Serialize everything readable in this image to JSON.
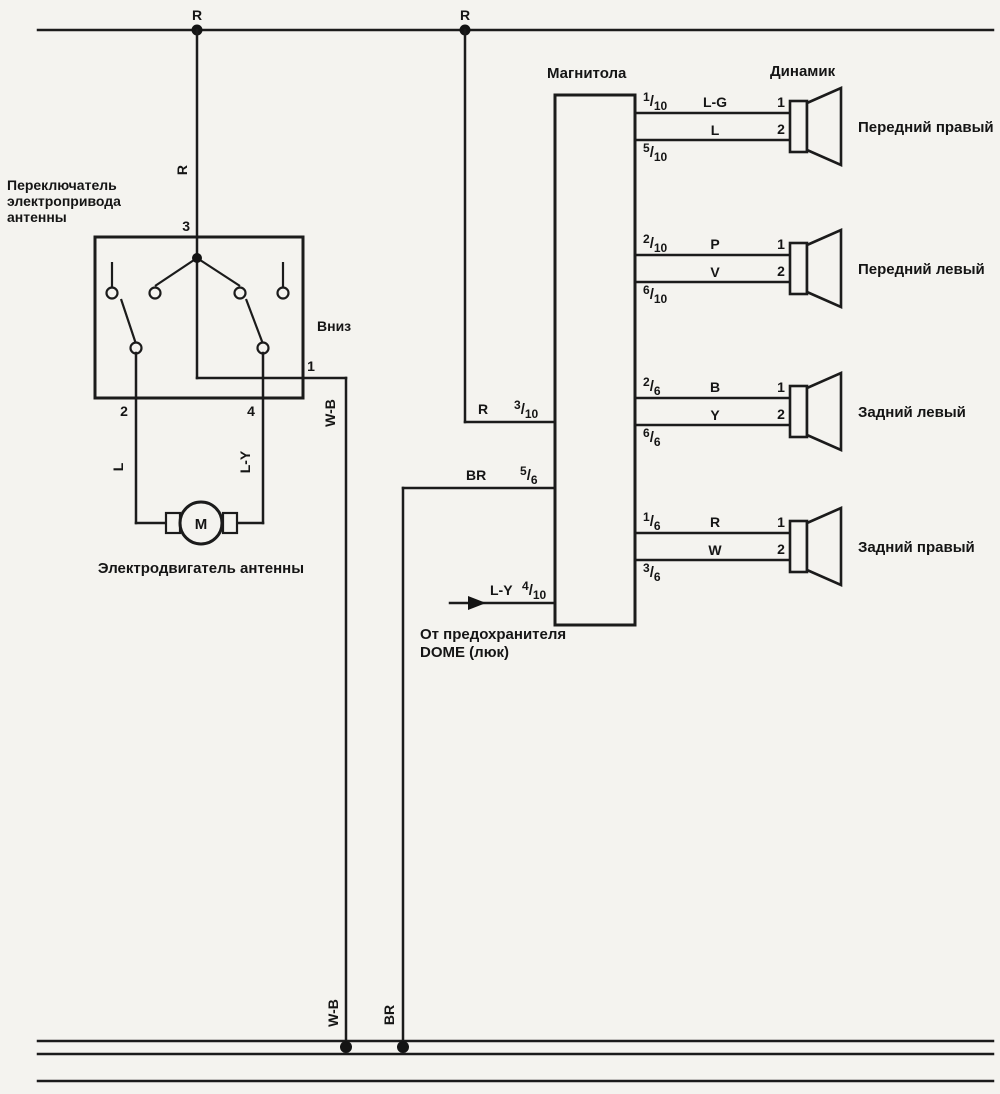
{
  "colors": {
    "line": "#1b1b1b",
    "background": "#f4f3ef"
  },
  "top_bus": {
    "label_left": "R",
    "label_right": "R"
  },
  "switch": {
    "title_lines": [
      "Переключатель",
      "электропривода",
      "антенны"
    ],
    "pin_top": "3",
    "pin_left": "2",
    "pin_right": "4",
    "pin_out": "1",
    "down_label": "Вниз",
    "wire_in": "R",
    "wire_out": "W-B",
    "wire_left": "L",
    "wire_right": "L-Y"
  },
  "motor": {
    "label": "M",
    "caption": "Электродвигатель антенны"
  },
  "radio": {
    "title": "Магнитола"
  },
  "speakers_title": "Динамик",
  "radio_inputs": [
    {
      "wire": "R",
      "pin": {
        "num": "3",
        "den": "10"
      }
    },
    {
      "wire": "BR",
      "pin": {
        "num": "5",
        "den": "6"
      }
    },
    {
      "wire": "L-Y",
      "pin": {
        "num": "4",
        "den": "10"
      },
      "caption1": "От предохранителя",
      "caption2": "DOME (люк)"
    }
  ],
  "speakers": [
    {
      "name": "Передний правый",
      "top": {
        "pin": {
          "num": "1",
          "den": "10"
        },
        "wire": "L-G",
        "term": "1"
      },
      "bottom": {
        "pin": {
          "num": "5",
          "den": "10"
        },
        "wire": "L",
        "term": "2"
      }
    },
    {
      "name": "Передний левый",
      "top": {
        "pin": {
          "num": "2",
          "den": "10"
        },
        "wire": "P",
        "term": "1"
      },
      "bottom": {
        "pin": {
          "num": "6",
          "den": "10"
        },
        "wire": "V",
        "term": "2"
      }
    },
    {
      "name": "Задний левый",
      "top": {
        "pin": {
          "num": "2",
          "den": "6"
        },
        "wire": "B",
        "term": "1"
      },
      "bottom": {
        "pin": {
          "num": "6",
          "den": "6"
        },
        "wire": "Y",
        "term": "2"
      }
    },
    {
      "name": "Задний правый",
      "top": {
        "pin": {
          "num": "1",
          "den": "6"
        },
        "wire": "R",
        "term": "1"
      },
      "bottom": {
        "pin": {
          "num": "3",
          "den": "6"
        },
        "wire": "W",
        "term": "2"
      }
    }
  ],
  "bottom_bus": {
    "wire_left": "W-B",
    "wire_right": "BR"
  }
}
